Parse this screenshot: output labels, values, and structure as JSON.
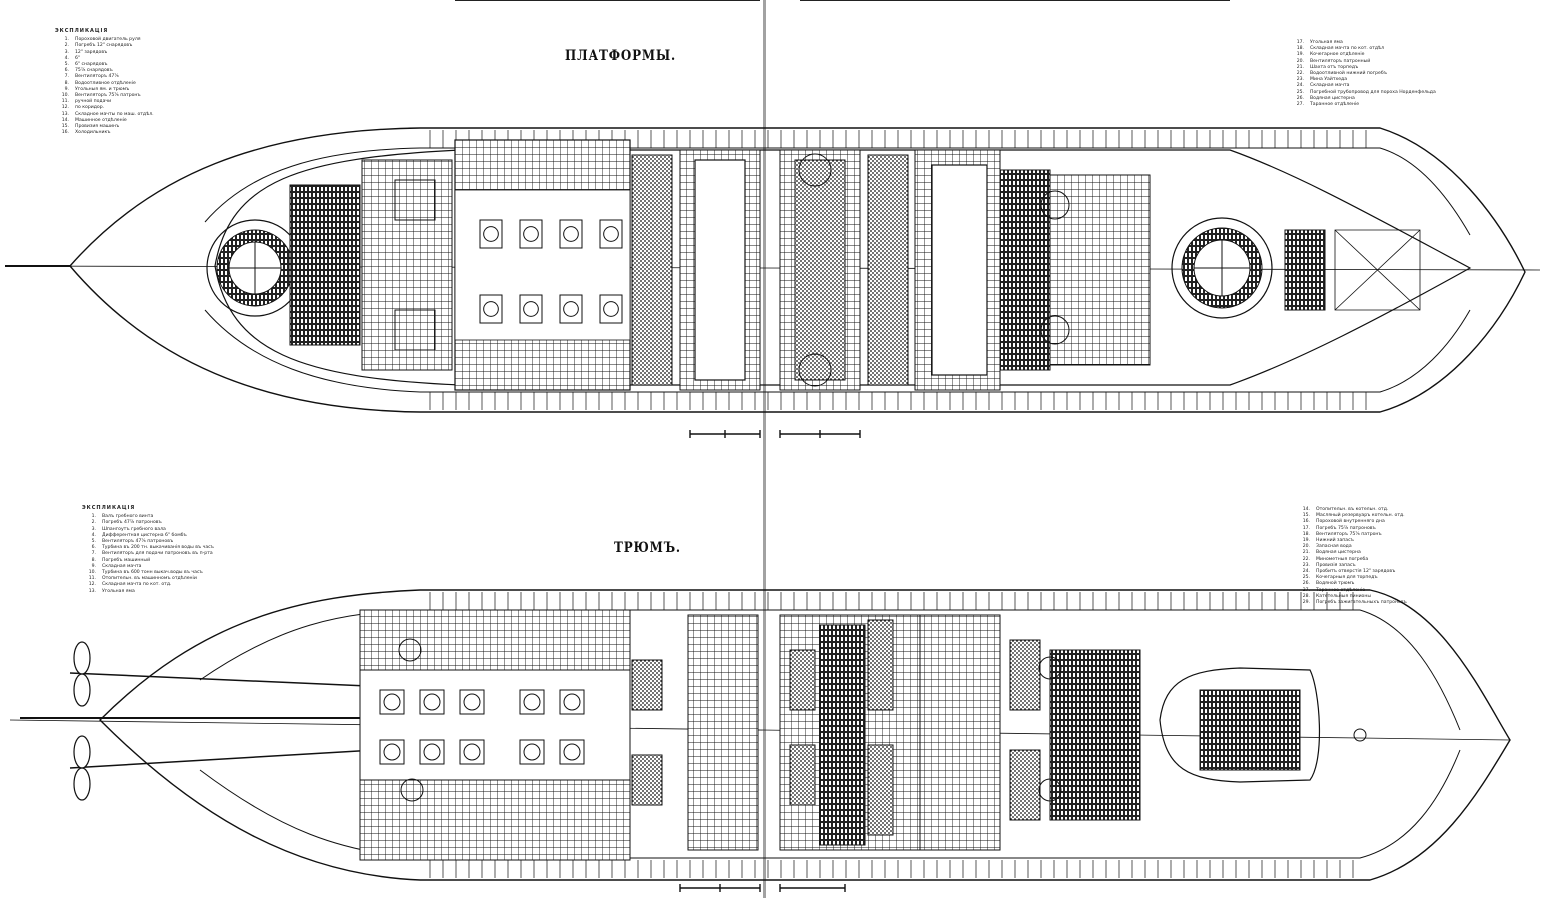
{
  "top_plan": {
    "title": "ПЛАТФОРМЫ.",
    "legend_left": {
      "heading": "ЭКСПЛИКАЦІЯ",
      "items": [
        {
          "n": "1.",
          "text": "Пороховой двигатель руля"
        },
        {
          "n": "2.",
          "text": "Погребъ 12\" снарядовъ"
        },
        {
          "n": "3.",
          "text": "12\" зарядовъ"
        },
        {
          "n": "4.",
          "text": "6\""
        },
        {
          "n": "5.",
          "text": "6\" снарядовъ"
        },
        {
          "n": "6.",
          "text": "75⅞ снарядовъ"
        },
        {
          "n": "7.",
          "text": "Вентиляторъ 47⅞"
        },
        {
          "n": "8.",
          "text": "Водоотливное отдѣленіе"
        },
        {
          "n": "9.",
          "text": "Угольныя ям. и трюмъ"
        },
        {
          "n": "10.",
          "text": "Вентиляторъ 75⅞ патронъ"
        },
        {
          "n": "11.",
          "text": "ручной подачи"
        },
        {
          "n": "12.",
          "text": "по коридор."
        },
        {
          "n": "13.",
          "text": "Складное мачты по маш. отдѣл."
        },
        {
          "n": "14.",
          "text": "Машинное отдѣленіе"
        },
        {
          "n": "15.",
          "text": "Провизия машинъ"
        },
        {
          "n": "16.",
          "text": "Холодильникъ"
        }
      ]
    },
    "legend_right": {
      "items": [
        {
          "n": "17.",
          "text": "Угольная яма"
        },
        {
          "n": "18.",
          "text": "Складная мачта по кот. отдѣл"
        },
        {
          "n": "19.",
          "text": "Кочегарное отдѣленіе"
        },
        {
          "n": "20.",
          "text": "Вентиляторъ патронный"
        },
        {
          "n": "21.",
          "text": "Шахта отъ торпедъ"
        },
        {
          "n": "22.",
          "text": "Водоотливной нижний погребъ"
        },
        {
          "n": "23.",
          "text": "Мина Уайтхеда"
        },
        {
          "n": "24.",
          "text": "Складная мачта"
        },
        {
          "n": "25.",
          "text": "Погребной трубопровод для пороха Норденфельда"
        },
        {
          "n": "26.",
          "text": "Водяная цистерна"
        },
        {
          "n": "27.",
          "text": "Таранное отдѣленіе"
        }
      ]
    }
  },
  "bottom_plan": {
    "title": "ТРЮМЪ.",
    "legend_left": {
      "heading": "ЭКСПЛИКАЦІЯ",
      "items": [
        {
          "n": "1.",
          "text": "Валъ гребного винта"
        },
        {
          "n": "2.",
          "text": "Погребъ 47⅞ патроновъ"
        },
        {
          "n": "3.",
          "text": "Шпангоутъ гребного вала"
        },
        {
          "n": "4.",
          "text": "Дифферентная цистерна 6\" бомбъ"
        },
        {
          "n": "5.",
          "text": "Вентиляторъ 47⅞ патроновъ"
        },
        {
          "n": "6.",
          "text": "Турбина въ 200 тн. выкачиванія воды въ часъ"
        },
        {
          "n": "7.",
          "text": "Вентиляторъ для подачи патроновъ въ п-рта"
        },
        {
          "n": "8.",
          "text": "Погребъ машинный"
        },
        {
          "n": "9.",
          "text": "Складная мачта"
        },
        {
          "n": "10.",
          "text": "Турбина въ 600 тонн выкач.воды въ часъ"
        },
        {
          "n": "11.",
          "text": "Отопительн. въ машинномъ отдѣленіи"
        },
        {
          "n": "12.",
          "text": "Складная мачта по кот. отд."
        },
        {
          "n": "13.",
          "text": "Угольная яма"
        }
      ]
    },
    "legend_right": {
      "items": [
        {
          "n": "14.",
          "text": "Отопительн. въ котельн. отд."
        },
        {
          "n": "15.",
          "text": "Масляный резервуаръ котельн. отд."
        },
        {
          "n": "16.",
          "text": "Пороховой внутренняго дна"
        },
        {
          "n": "17.",
          "text": "Погребъ 75⅞ патроновъ"
        },
        {
          "n": "18.",
          "text": "Вентиляторъ 75⅞ патронъ"
        },
        {
          "n": "19.",
          "text": "Нижний запасъ"
        },
        {
          "n": "20.",
          "text": "Запасная вода"
        },
        {
          "n": "21.",
          "text": "Водяная цистерна"
        },
        {
          "n": "22.",
          "text": "Минометныя погреба"
        },
        {
          "n": "23.",
          "text": "Провизія запасъ"
        },
        {
          "n": "24.",
          "text": "Пробитъ отверстія 12\" зарядовъ"
        },
        {
          "n": "25.",
          "text": "Кочегарныя для торпедъ"
        },
        {
          "n": "26.",
          "text": "Водяной трюмъ"
        },
        {
          "n": "27.",
          "text": "Таранное отдѣленіе"
        },
        {
          "n": "28.",
          "text": "Катетельныя пинионы"
        },
        {
          "n": "29.",
          "text": "Погребъ зажигательныхъ патроновъ"
        }
      ]
    }
  }
}
